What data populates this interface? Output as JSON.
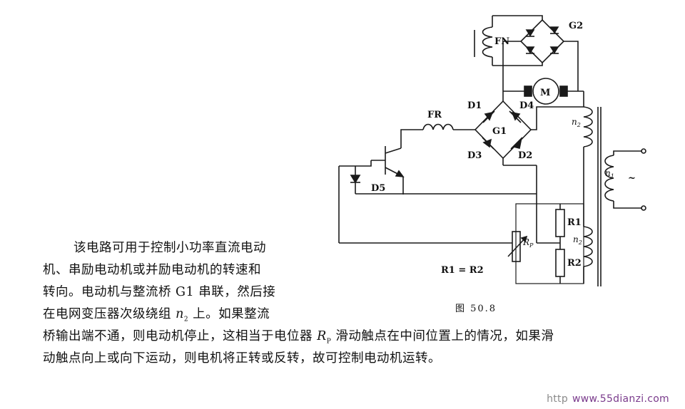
{
  "diagram": {
    "labels": {
      "fn": "FN",
      "g2": "G2",
      "motor": "M",
      "fr": "FR",
      "d1": "D1",
      "d4": "D4",
      "g1": "G1",
      "d3": "D3",
      "d2": "D2",
      "d5": "D5",
      "r1": "R1",
      "r2": "R2",
      "rp": "R",
      "rp_sub": "P",
      "n2_top": "n",
      "n2_top_sub": "2",
      "n1": "n",
      "n1_sub": "1",
      "n1_tilde": "~",
      "n2_bottom": "n",
      "n2_bottom_sub": "2"
    },
    "equation": "R1 = R2",
    "caption": "图 50.8"
  },
  "description": {
    "lines": [
      "该电路可用于控制小功率直流电动",
      "机、串励电动机或并励电动机的转速和",
      "转向。电动机与整流桥 G1 串联，然后接",
      "桥输出端不通，则电动机停止，这相当于电位器 ",
      "动触点向上或向下运动，则电机将正转或反转，故可控制电动机运转。"
    ],
    "line4_a": "在电网变压器次级绕组 ",
    "line4_var": "n",
    "line4_sub": "2",
    "line4_b": " 上。如果整流",
    "line5_var": "R",
    "line5_sub": "P",
    "line5_b": " 滑动触点在中间位置上的情况，如果滑"
  },
  "watermark": {
    "prefix": "http",
    "site": "www.55dianzi.com"
  }
}
